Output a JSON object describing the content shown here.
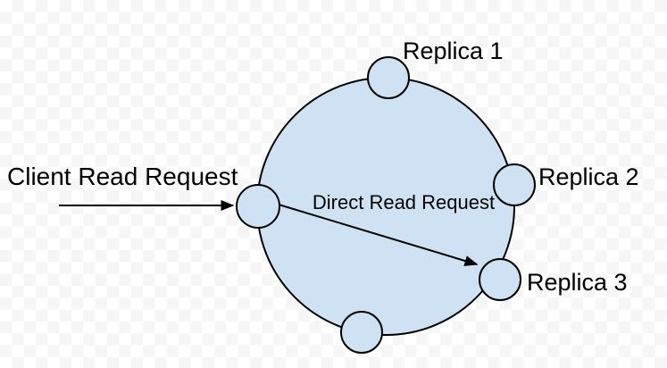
{
  "diagram": {
    "labels": {
      "client_read_request": "Client Read Request",
      "direct_read_request": "Direct Read Request",
      "replica_1": "Replica 1",
      "replica_2": "Replica 2",
      "replica_3": "Replica 3"
    },
    "colors": {
      "shape_fill": "#cfe2f3",
      "shape_stroke": "#000000",
      "text": "#000000",
      "checker_light": "#ffffff",
      "checker_dark": "#f6f6f6"
    }
  }
}
